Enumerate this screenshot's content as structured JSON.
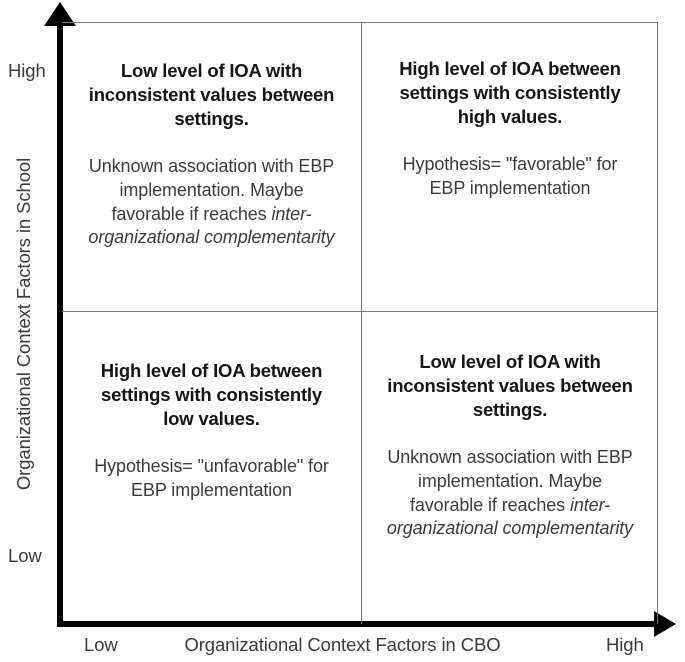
{
  "figure": {
    "type": "2x2-matrix",
    "title": ""
  },
  "axes": {
    "x": {
      "title": "Organizational Context Factors in CBO",
      "low_label": "Low",
      "high_label": "High",
      "arrow_icon": "arrow-right-icon"
    },
    "y": {
      "title": "Organizational Context Factors in School",
      "low_label": "Low",
      "high_label": "High",
      "arrow_icon": "arrow-up-icon"
    }
  },
  "quadrants": {
    "top_left": {
      "position": "high-school-low-cbo",
      "title": "Low level of IOA with inconsistent values between settings.",
      "body_plain": "Unknown association with EBP implementation. Maybe favorable if reaches",
      "body_italic": "inter-organizational complementarity"
    },
    "top_right": {
      "position": "high-school-high-cbo",
      "title": "High level of IOA between settings with consistently high values.",
      "body_plain": "Hypothesis= \"favorable\" for EBP implementation",
      "body_italic": ""
    },
    "bottom_left": {
      "position": "low-school-low-cbo",
      "title": "High level of IOA between settings with consistently low values.",
      "body_plain": "Hypothesis= \"unfavorable\" for EBP implementation",
      "body_italic": ""
    },
    "bottom_right": {
      "position": "low-school-high-cbo",
      "title": "Low level of IOA with inconsistent values between settings.",
      "body_plain": "Unknown association with EBP implementation. Maybe favorable if reaches",
      "body_italic": "inter-organizational complementarity"
    }
  },
  "colors": {
    "background": "#ffffff",
    "axis": "#000000",
    "grid_line": "#7a7a7a",
    "title_text": "#151515",
    "body_text": "#3c3c3c"
  }
}
